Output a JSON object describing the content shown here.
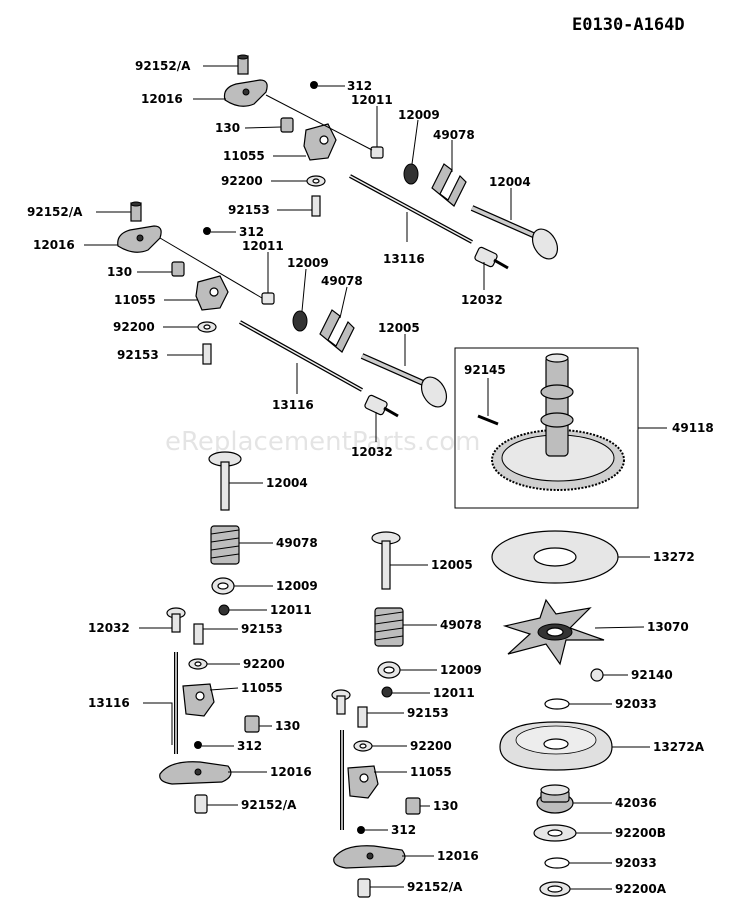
{
  "diagram_code": "E0130-A164D",
  "watermark": "eReplacementParts.com",
  "part_numbers": {
    "p92152_A": "92152/A",
    "p12016": "12016",
    "p312": "312",
    "p12011": "12011",
    "p130": "130",
    "p12009": "12009",
    "p49078": "49078",
    "p11055": "11055",
    "p12004": "12004",
    "p92200": "92200",
    "p92153": "92153",
    "p13116": "13116",
    "p12032": "12032",
    "p12005": "12005",
    "p92145": "92145",
    "p49118": "49118",
    "p13272": "13272",
    "p13070": "13070",
    "p92140": "92140",
    "p92033": "92033",
    "p13272A": "13272A",
    "p42036": "42036",
    "p92200B": "92200B",
    "p92200A": "92200A"
  }
}
